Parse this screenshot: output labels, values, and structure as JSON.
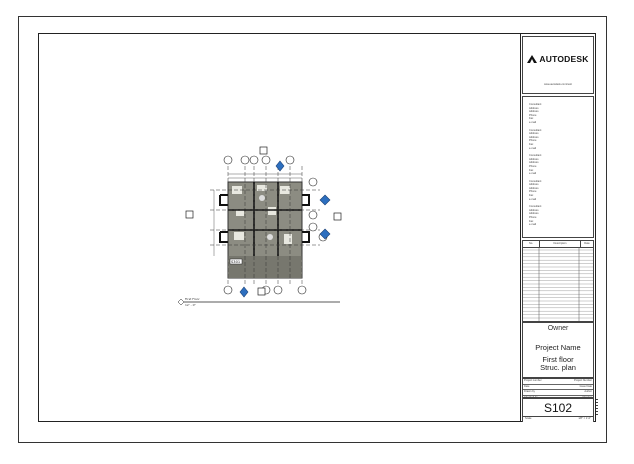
{
  "titleblock": {
    "brand": "AUTODESK",
    "brand_sub": "www.autodesk.com/revit",
    "consultants": [
      {
        "lines": [
          "Consultant",
          "Address",
          "Address",
          "Phone",
          "Fax",
          "e-mail"
        ]
      },
      {
        "lines": [
          "Consultant",
          "Address",
          "Address",
          "Phone",
          "Fax",
          "e-mail"
        ]
      },
      {
        "lines": [
          "Consultant",
          "Address",
          "Address",
          "Phone",
          "Fax",
          "e-mail"
        ]
      },
      {
        "lines": [
          "Consultant",
          "Address",
          "Address",
          "Phone",
          "Fax",
          "e-mail"
        ]
      },
      {
        "lines": [
          "Consultant",
          "Address",
          "Address",
          "Phone",
          "Fax",
          "e-mail"
        ]
      }
    ],
    "revision_headers": [
      "No.",
      "Description",
      "Date"
    ],
    "owner": "Owner",
    "project_name": "Project Name",
    "sheet_name": "First floor Struc. plan",
    "info_rows": [
      {
        "label": "Project number",
        "value": "Project Number"
      },
      {
        "label": "Date",
        "value": "Issue Date"
      },
      {
        "label": "Drawn by",
        "value": "Author"
      },
      {
        "label": "Checked by",
        "value": "Checker"
      }
    ],
    "sheet_number": "S102",
    "scale_label": "Scale",
    "scale_value": "1/8\" = 1'-0\""
  },
  "drawing": {
    "level_label": "First Floor",
    "level_value": "12' - 0\"",
    "bottom_tag": "S301"
  }
}
